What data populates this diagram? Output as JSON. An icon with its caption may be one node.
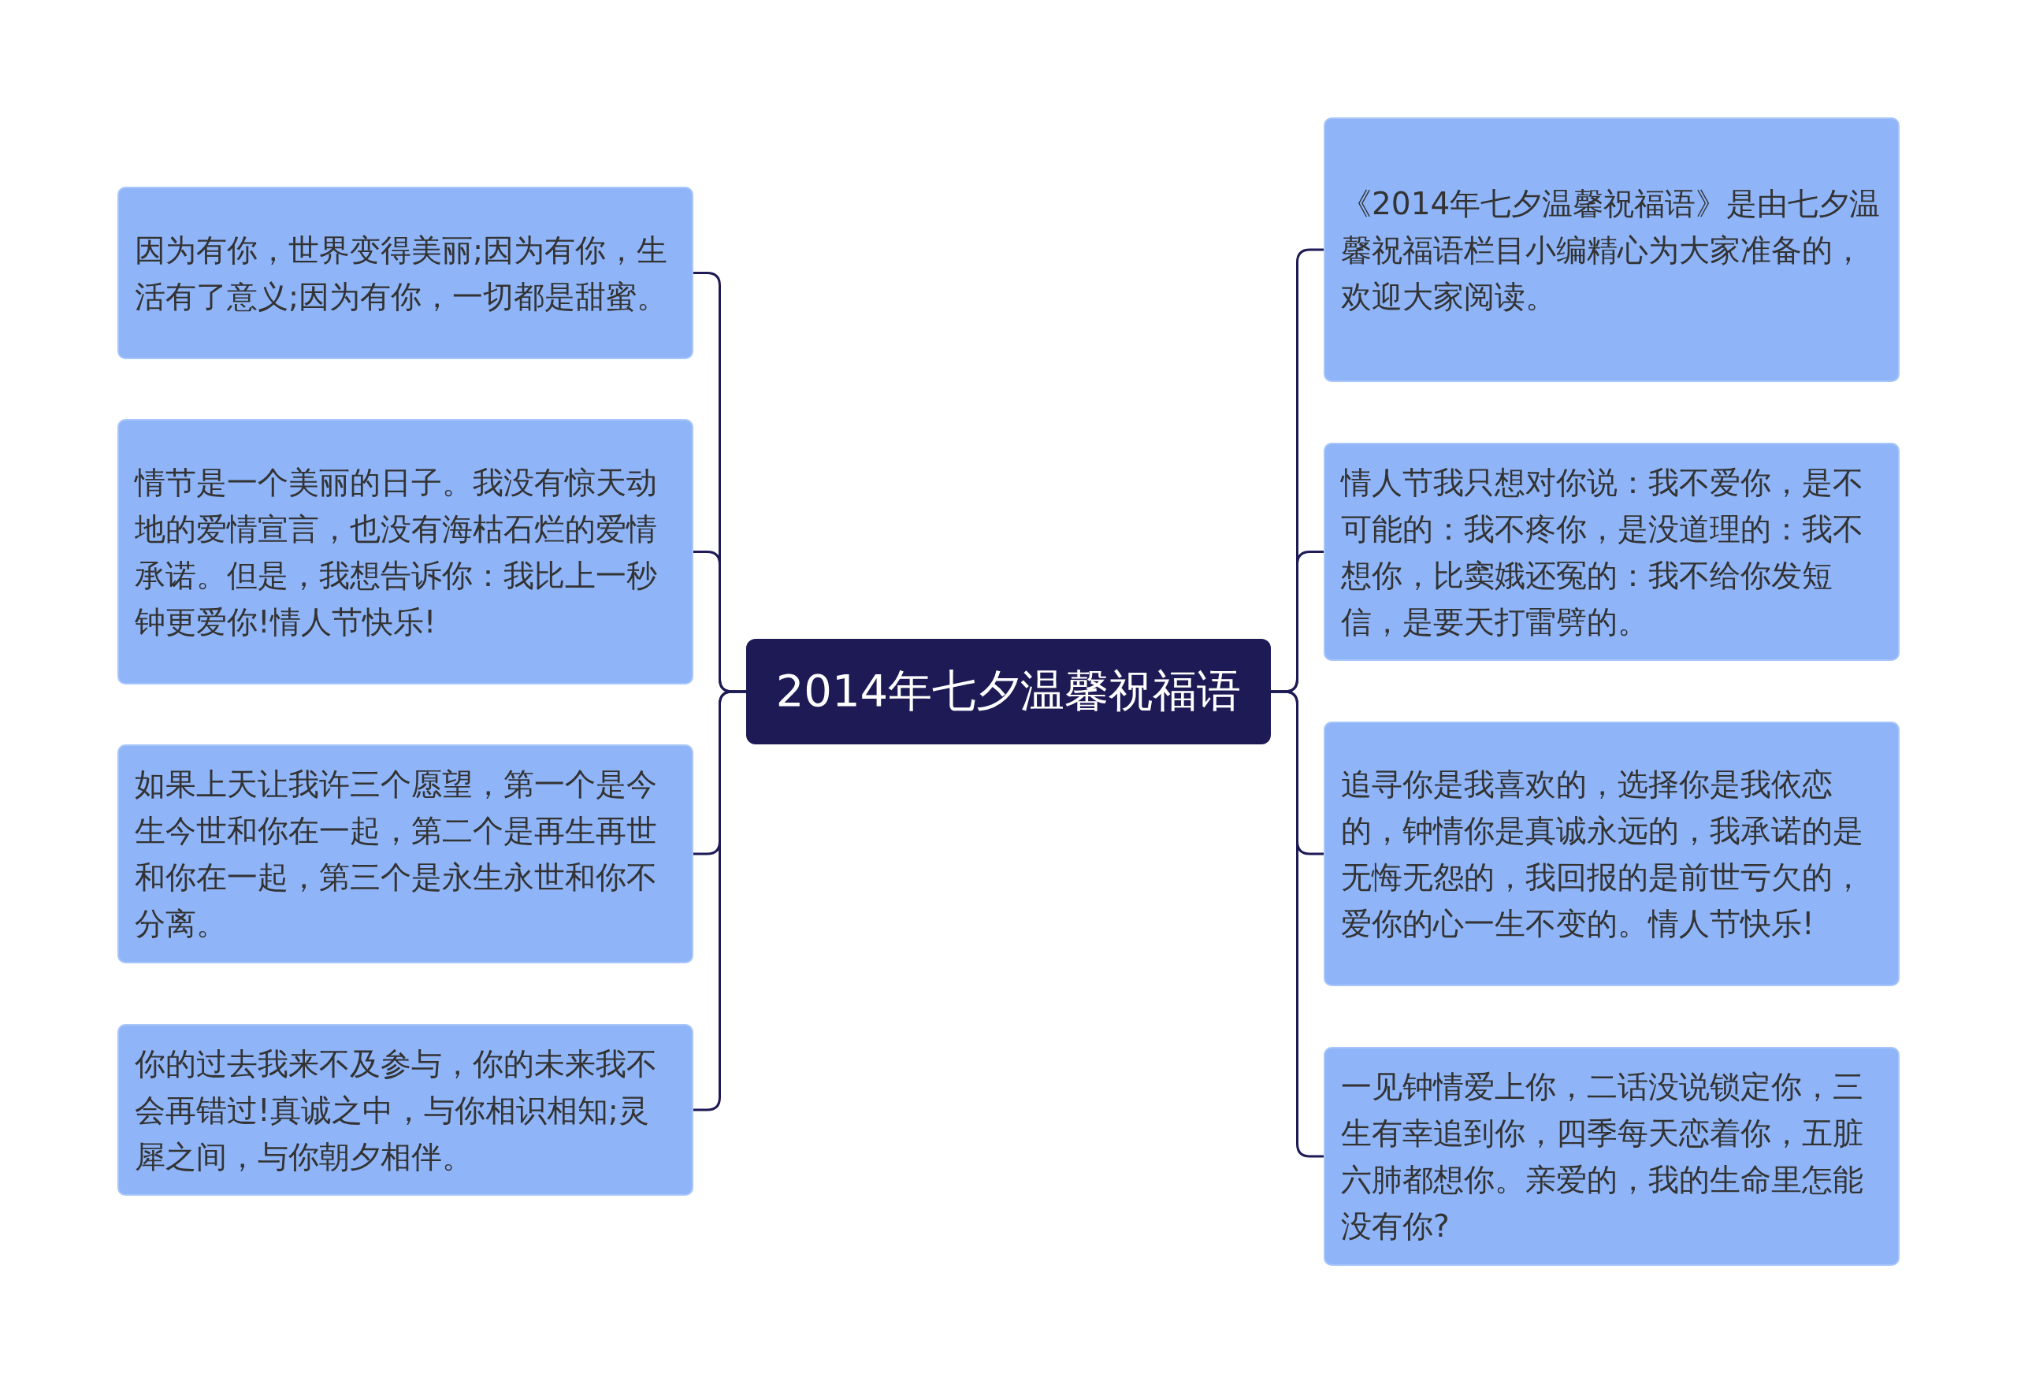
{
  "diagram": {
    "nodes": [
      {
        "text": [
          "2014年七夕温馨祝福语"
        ]
      },
      {
        "text": [
          "因为有你，世界变得美丽;因为有你，生活有了意义;因为有你，一切都是甜蜜。"
        ]
      },
      {
        "text": [
          "情节是一个美丽的日子。我没有惊天动地的爱情宣言，也没有海枯石烂的爱情承诺。但是，我想告诉你：我比上一秒钟更爱你!情人节快乐!"
        ]
      },
      {
        "text": [
          "如果上天让我许三个愿望，第一个是今生今世和你在一起，第二个是再生再世和你在一起，第三个是永生永世和你不分离。"
        ]
      },
      {
        "text": [
          "你的过去我来不及参与，你的未来我不会再错过!真诚之中，与你相识相知;灵犀之间，与你朝夕相伴。"
        ]
      },
      {
        "text": [
          "《2014年七夕温馨祝福语》是由七夕温馨祝福语栏目小编精心为大家准备的，欢迎大家阅读。"
        ]
      },
      {
        "text": [
          "情人节我只想对你说：我不爱你，是不可能的：我不疼你，是没道理的：我不想你，比窦娥还冤的：我不给你发短信，是要天打雷劈的。"
        ]
      },
      {
        "text": [
          "追寻你是我喜欢的，选择你是我依恋的，钟情你是真诚永远的，我承诺的是无悔无怨的，我回报的是前世亏欠的，爱你的心一生不变的。情人节快乐!"
        ]
      },
      {
        "text": [
          "一见钟情爱上你，二话没说锁定你，三生有幸追到你，四季每天恋着你，五脏六肺都想你。亲爱的，我的生命里怎能没有你?"
        ]
      }
    ],
    "edges": [
      {
        "from": 0,
        "to": 1,
        "arrow": "none"
      },
      {
        "from": 0,
        "to": 2,
        "arrow": "none"
      },
      {
        "from": 0,
        "to": 3,
        "arrow": "none"
      },
      {
        "from": 0,
        "to": 4,
        "arrow": "none"
      },
      {
        "from": 0,
        "to": 5,
        "arrow": "none"
      },
      {
        "from": 0,
        "to": 6,
        "arrow": "none"
      },
      {
        "from": 0,
        "to": 7,
        "arrow": "none"
      },
      {
        "from": 0,
        "to": 8,
        "arrow": "none"
      }
    ]
  }
}
